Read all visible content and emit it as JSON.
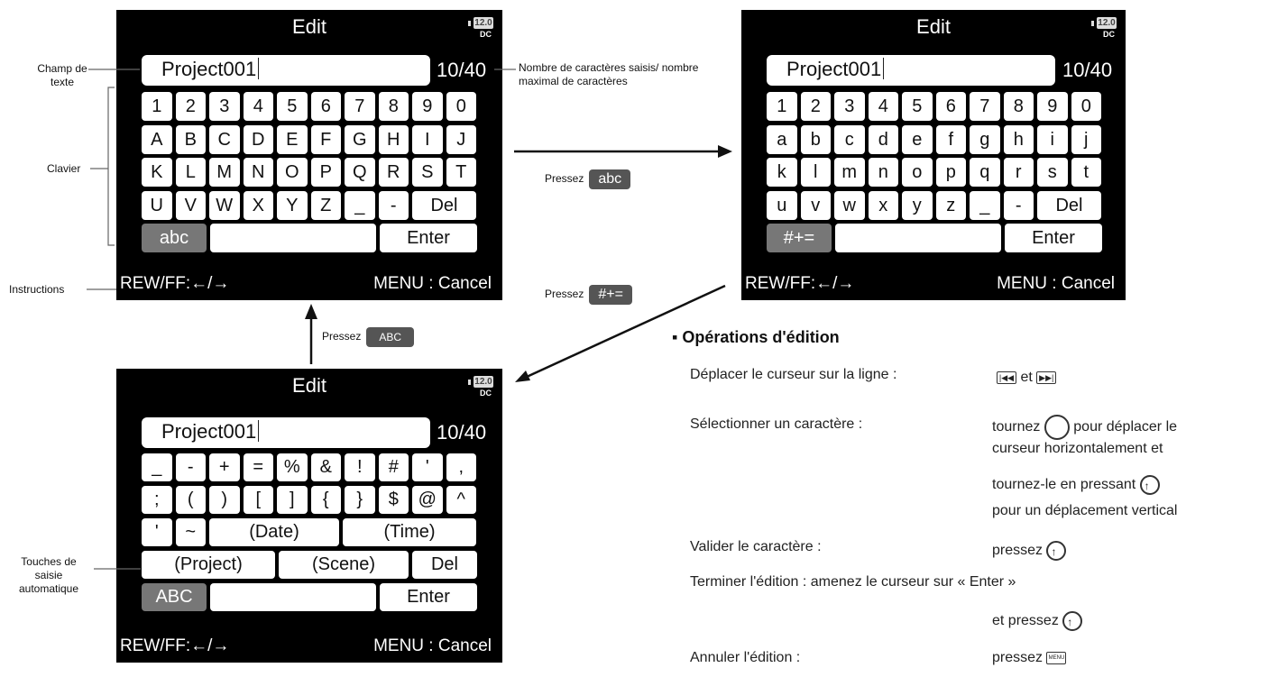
{
  "screen": {
    "title": "Edit",
    "battery": "12.0",
    "power_source": "DC",
    "text_value": "Project001",
    "char_count": "10/40",
    "instr_left": "REW/FF:←/→",
    "instr_right": "MENU : Cancel"
  },
  "keyboards": {
    "upper": {
      "row1": [
        "1",
        "2",
        "3",
        "4",
        "5",
        "6",
        "7",
        "8",
        "9",
        "0"
      ],
      "row2": [
        "A",
        "B",
        "C",
        "D",
        "E",
        "F",
        "G",
        "H",
        "I",
        "J"
      ],
      "row3": [
        "K",
        "L",
        "M",
        "N",
        "O",
        "P",
        "Q",
        "R",
        "S",
        "T"
      ],
      "row4": [
        "U",
        "V",
        "W",
        "X",
        "Y",
        "Z",
        "_",
        "-",
        "Del"
      ],
      "mode_key": "abc",
      "enter_key": "Enter"
    },
    "lower": {
      "row1": [
        "1",
        "2",
        "3",
        "4",
        "5",
        "6",
        "7",
        "8",
        "9",
        "0"
      ],
      "row2": [
        "a",
        "b",
        "c",
        "d",
        "e",
        "f",
        "g",
        "h",
        "i",
        "j"
      ],
      "row3": [
        "k",
        "l",
        "m",
        "n",
        "o",
        "p",
        "q",
        "r",
        "s",
        "t"
      ],
      "row4": [
        "u",
        "v",
        "w",
        "x",
        "y",
        "z",
        "_",
        "-",
        "Del"
      ],
      "mode_key": "#+=",
      "enter_key": "Enter"
    },
    "symbols": {
      "row1": [
        "_",
        "-",
        "+",
        "=",
        "%",
        "&",
        "!",
        "#",
        "'",
        ","
      ],
      "row2": [
        ";",
        "(",
        ")",
        "[",
        "]",
        "{",
        "}",
        "$",
        "@",
        "^"
      ],
      "row3": [
        "'",
        "~",
        "(Date)",
        "(Time)"
      ],
      "row4": [
        "(Project)",
        "(Scene)",
        "Del"
      ],
      "mode_key": "ABC",
      "enter_key": "Enter"
    }
  },
  "annotations": {
    "text_field": "Champ de texte",
    "char_count": "Nombre de caractères saisis/ nombre maximal de caractères",
    "keyboard": "Clavier",
    "instructions": "Instructions",
    "auto_input": "Touches de saisie automatique"
  },
  "transitions": {
    "press_word": "Pressez",
    "to_lower_key": "abc",
    "to_symbols_key": "#+=",
    "to_upper_key": "ABC"
  },
  "operations": {
    "heading": "Opérations d'édition",
    "move_line": "Déplacer le curseur sur la ligne :",
    "and_word": "et",
    "select_char": "Sélectionner un caractère :",
    "turn_word": "tournez",
    "move_horiz": "pour déplacer le",
    "horiz_cont": "curseur horizontalement et",
    "turn_press": "tournez-le en pressant",
    "vertical": "pour un déplacement vertical",
    "validate": "Valider le caractère :",
    "press_word": "pressez",
    "finish": "Terminer l'édition : amenez le curseur sur « Enter »",
    "and_press": "et pressez",
    "cancel": "Annuler l'édition :",
    "menu_icon_text": "MENU"
  }
}
